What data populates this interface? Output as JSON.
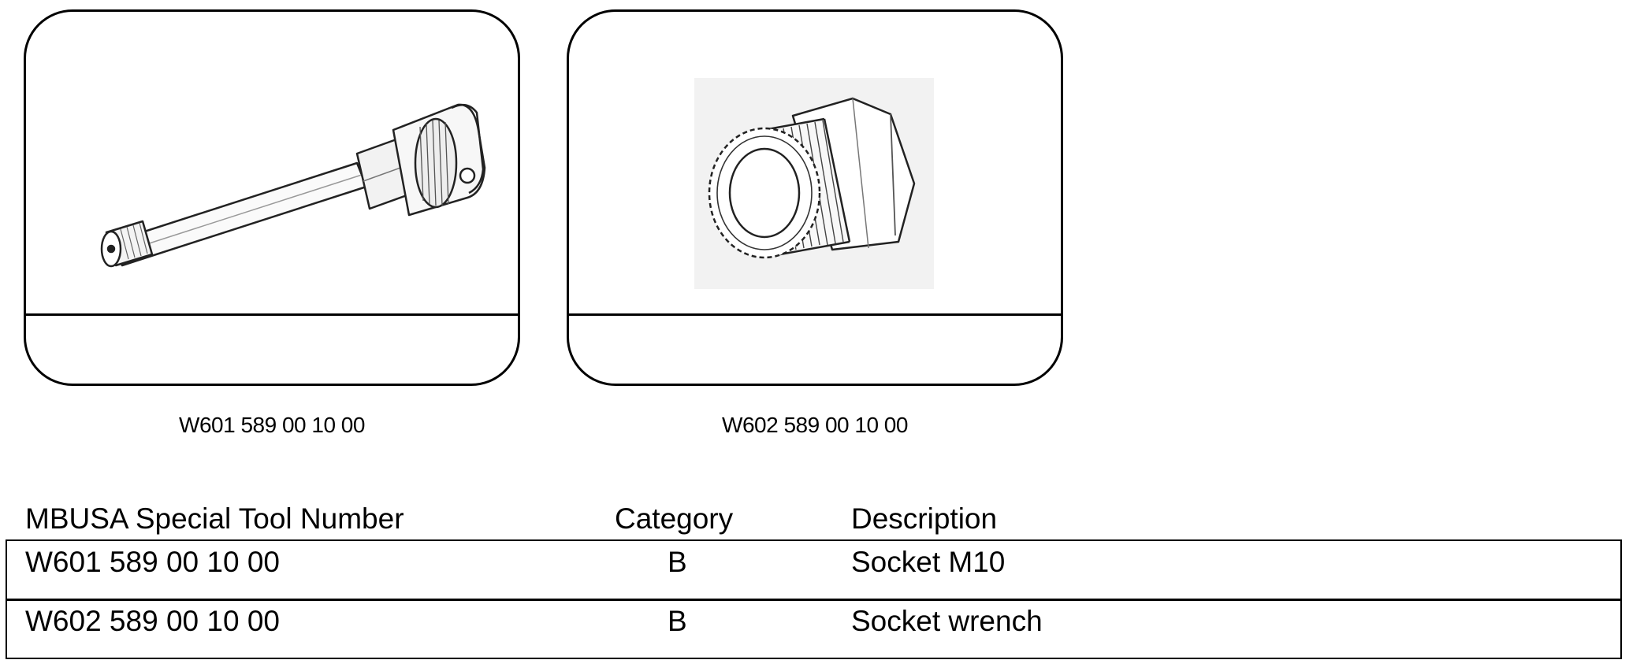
{
  "tools": [
    {
      "caption": "W601 589 00 10 00",
      "image_icon": "socket-extension-icon"
    },
    {
      "caption": "W602 589 00 10 00",
      "image_icon": "splined-socket-icon"
    }
  ],
  "table": {
    "headers": {
      "number": "MBUSA Special Tool Number",
      "category": "Category",
      "description": "Description"
    },
    "rows": [
      {
        "number": "W601 589 00 10 00",
        "category": "B",
        "description": "Socket M10"
      },
      {
        "number": "W602 589 00 10 00",
        "category": "B",
        "description": "Socket wrench"
      }
    ]
  },
  "colors": {
    "line": "#000000",
    "background": "#ffffff",
    "image_bg": "#f2f2f2"
  }
}
